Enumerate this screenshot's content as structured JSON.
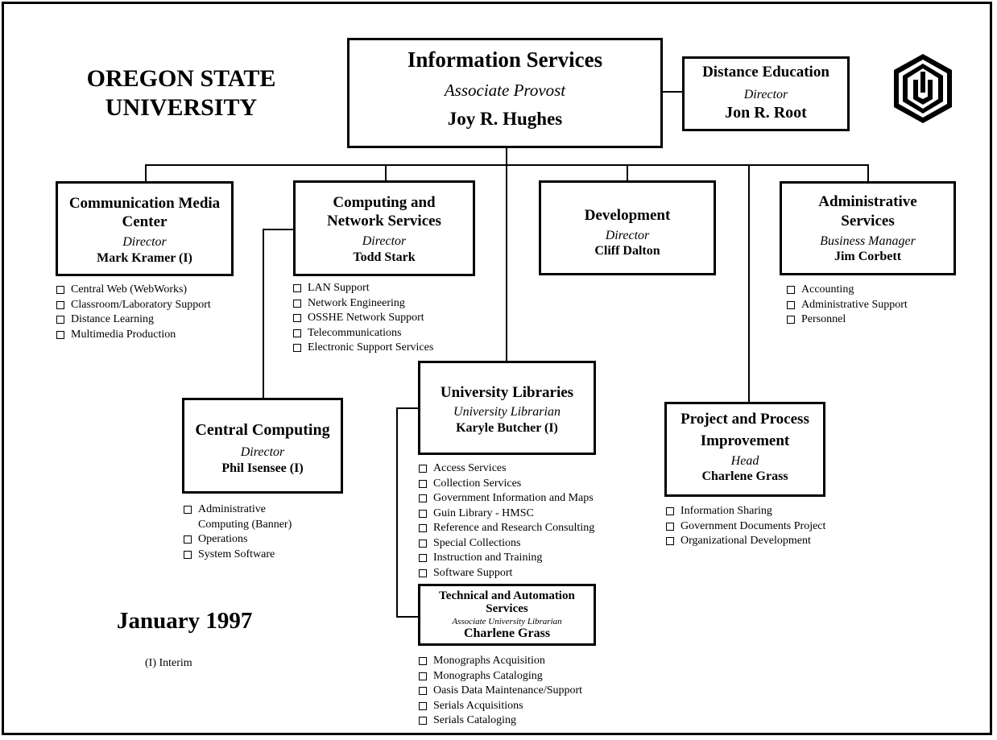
{
  "header": {
    "university_line1": "OREGON STATE",
    "university_line2": "UNIVERSITY"
  },
  "date": "January 1997",
  "legend": "(I) Interim",
  "top": {
    "title": "Information Services",
    "role": "Associate Provost",
    "name": "Joy R. Hughes"
  },
  "distance_ed": {
    "title": "Distance Education",
    "role": "Director",
    "name": "Jon R. Root"
  },
  "cmc": {
    "title1": "Communication Media",
    "title2": "Center",
    "role": "Director",
    "name": "Mark Kramer (I)",
    "items": [
      "Central Web (WebWorks)",
      "Classroom/Laboratory Support",
      "Distance Learning",
      "Multimedia Production"
    ]
  },
  "cns": {
    "title1": "Computing and",
    "title2": "Network Services",
    "role": "Director",
    "name": "Todd Stark",
    "items": [
      "LAN Support",
      "Network Engineering",
      "OSSHE  Network Support",
      "Telecommunications",
      "Electronic Support Services"
    ]
  },
  "dev": {
    "title": "Development",
    "role": "Director",
    "name": "Cliff Dalton"
  },
  "admin": {
    "title1": "Administrative",
    "title2": "Services",
    "role": "Business Manager",
    "name": "Jim Corbett",
    "items": [
      "Accounting",
      "Administrative Support",
      "Personnel"
    ]
  },
  "central": {
    "title": "Central Computing",
    "role": "Director",
    "name": "Phil Isensee (I)",
    "items": [
      "Administrative Computing (Banner)",
      "Operations",
      "System Software"
    ]
  },
  "libraries": {
    "title": "University Libraries",
    "role": "University Librarian",
    "name": "Karyle Butcher (I)",
    "items": [
      "Access Services",
      "Collection Services",
      "Government Information and Maps",
      "Guin Library - HMSC",
      "Reference and Research Consulting",
      "Special Collections",
      "Instruction and Training",
      "Software Support"
    ]
  },
  "tech": {
    "title1": "Technical and Automation",
    "title2": "Services",
    "role": "Associate  University  Librarian",
    "name": "Charlene Grass",
    "items": [
      "Monographs Acquisition",
      "Monographs Cataloging",
      "Oasis Data Maintenance/Support",
      "Serials Acquisitions",
      "Serials Cataloging"
    ]
  },
  "ppi": {
    "title1": "Project and Process",
    "title2": "Improvement",
    "role": "Head",
    "name": "Charlene Grass",
    "items": [
      "Information Sharing",
      "Government Documents Project",
      "Organizational Development"
    ]
  }
}
